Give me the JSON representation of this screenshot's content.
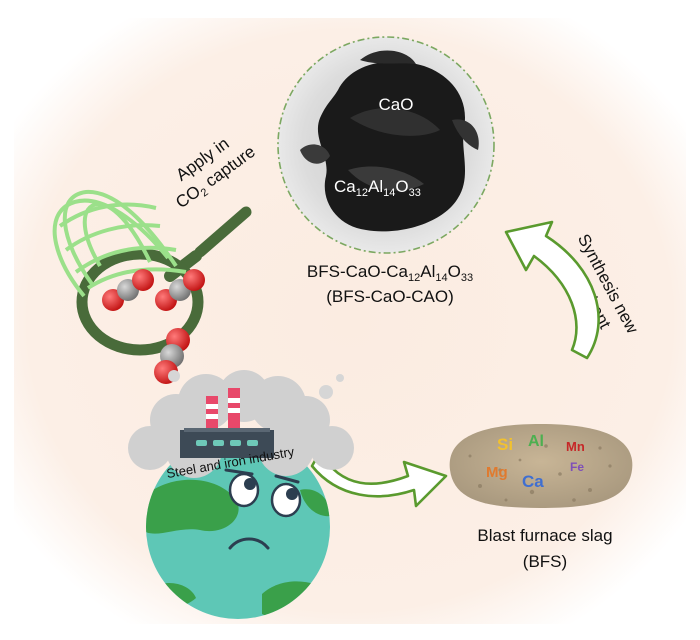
{
  "diagram": {
    "tem_image": {
      "phase_top": "CaO",
      "phase_bottom": {
        "base_ca": "Ca",
        "sub_ca": "12",
        "base_al": "Al",
        "sub_al": "14",
        "base_o": "O",
        "sub_o": "33"
      }
    },
    "adsorbent": {
      "name_prefix": "BFS-CaO-",
      "name_formula": {
        "base_ca": "Ca",
        "sub_ca": "12",
        "base_al": "Al",
        "sub_al": "14",
        "base_o": "O",
        "sub_o": "33"
      },
      "abbreviation": "(BFS-CaO-CAO)"
    },
    "apply_step": {
      "line1": "Apply in",
      "line2_base": "CO",
      "line2_sub": "2",
      "line2_rest": " capture"
    },
    "synthesis_step": {
      "line1": "Synthesis new",
      "line2": "adsorbent"
    },
    "industry": {
      "label": "Steel and iron industry"
    },
    "slag": {
      "elements": [
        "Si",
        "Al",
        "Mn",
        "Mg",
        "Ca",
        "Fe"
      ],
      "element_colors": [
        "#f2c12e",
        "#4caf50",
        "#c62828",
        "#e07a2e",
        "#3f6fd1",
        "#7e4fb8"
      ],
      "name": "Blast furnace slag",
      "abbreviation": "(BFS)"
    },
    "colors": {
      "arrow_green": "#5a9a2e",
      "net_green": "#9be08a",
      "handle_green": "#496b3a",
      "co2_red": "#d62020",
      "co2_gray": "#8a8a8a",
      "earth_teal": "#5ec7b6",
      "earth_green": "#3aa04a",
      "background": "#fbeee4"
    }
  }
}
